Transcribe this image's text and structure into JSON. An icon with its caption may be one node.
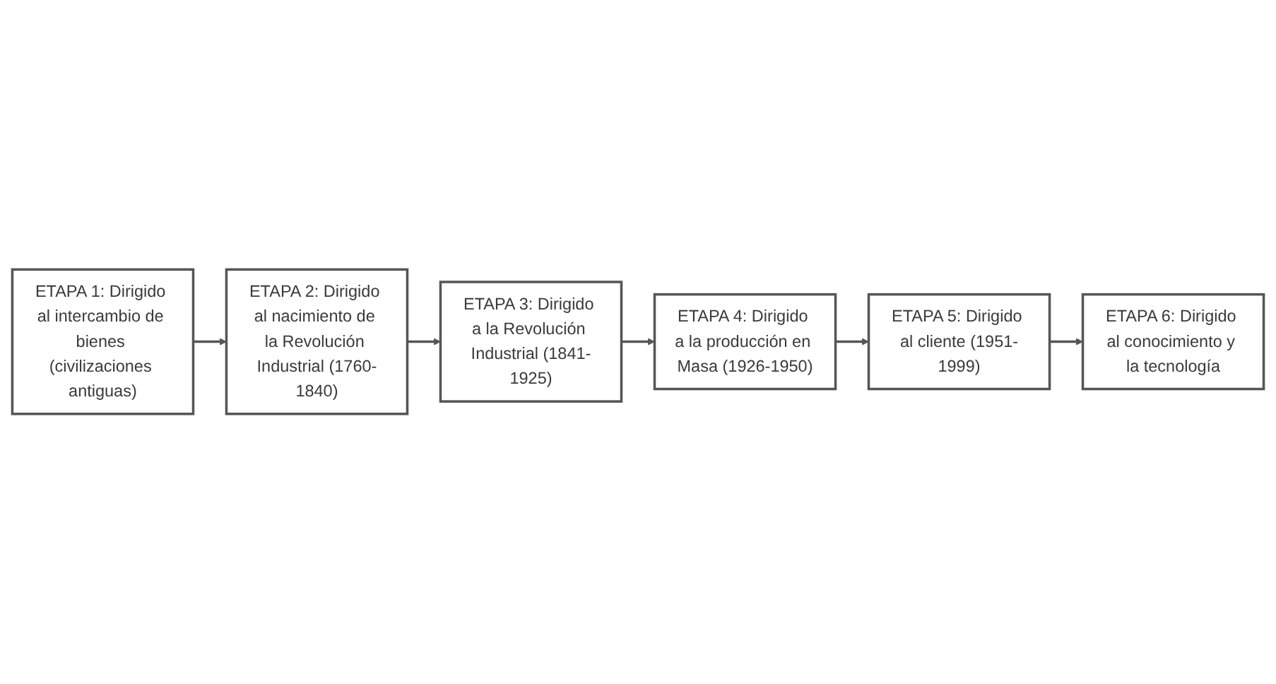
{
  "diagram": {
    "nodes": [
      {
        "text": [
          "ETAPA 1: Dirigido al intercambio de bienes (civilizaciones antiguas)"
        ]
      },
      {
        "text": [
          "ETAPA 2: Dirigido al nacimiento de la Revolución Industrial (1760-1840)"
        ]
      },
      {
        "text": [
          "ETAPA 3: Dirigido a la Revolución Industrial (1841-1925)"
        ]
      },
      {
        "text": [
          "ETAPA 4: Dirigido a la producción en Masa (1926-1950)"
        ]
      },
      {
        "text": [
          "ETAPA 5: Dirigido al cliente (1951-1999)"
        ]
      },
      {
        "text": [
          "ETAPA 6: Dirigido al conocimiento y la tecnología"
        ]
      }
    ],
    "edges": [
      {
        "from": 0,
        "to": 1,
        "arrow": "to"
      },
      {
        "from": 1,
        "to": 2,
        "arrow": "to"
      },
      {
        "from": 2,
        "to": 3,
        "arrow": "to"
      },
      {
        "from": 3,
        "to": 4,
        "arrow": "to"
      },
      {
        "from": 4,
        "to": 5,
        "arrow": "to"
      }
    ]
  }
}
